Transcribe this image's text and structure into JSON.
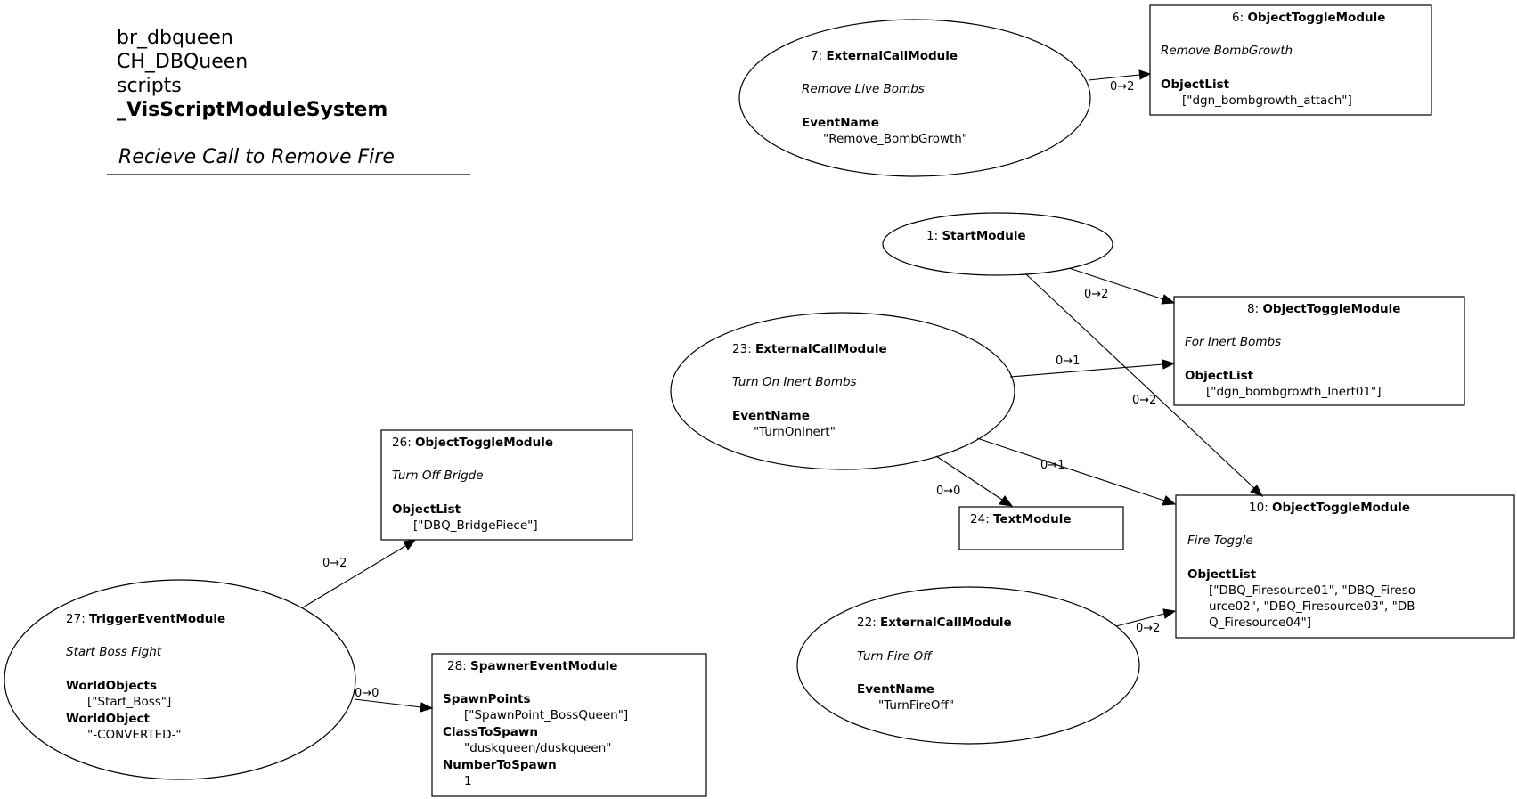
{
  "header": {
    "lines": [
      "br_dbqueen",
      "CH_DBQueen",
      "scripts"
    ],
    "system": "_VisScriptModuleSystem",
    "title": "Recieve Call to Remove Fire"
  },
  "nodes": {
    "n7": {
      "id": "7",
      "type": "ExternalCallModule",
      "comment": "Remove Live Bombs",
      "p1name": "EventName",
      "p1val": "\"Remove_BombGrowth\""
    },
    "n6": {
      "id": "6",
      "type": "ObjectToggleModule",
      "comment": "Remove BombGrowth",
      "p1name": "ObjectList",
      "p1val": "[\"dgn_bombgrowth_attach\"]"
    },
    "n1": {
      "id": "1",
      "type": "StartModule"
    },
    "n8": {
      "id": "8",
      "type": "ObjectToggleModule",
      "comment": "For Inert Bombs",
      "p1name": "ObjectList",
      "p1val": "[\"dgn_bombgrowth_Inert01\"]"
    },
    "n23": {
      "id": "23",
      "type": "ExternalCallModule",
      "comment": "Turn On Inert Bombs",
      "p1name": "EventName",
      "p1val": "\"TurnOnInert\""
    },
    "n24": {
      "id": "24",
      "type": "TextModule"
    },
    "n10": {
      "id": "10",
      "type": "ObjectToggleModule",
      "comment": "Fire Toggle",
      "p1name": "ObjectList",
      "p1val1": "[\"DBQ_Firesource01\", \"DBQ_Fireso",
      "p1val2": "urce02\", \"DBQ_Firesource03\", \"DB",
      "p1val3": "Q_Firesource04\"]"
    },
    "n22": {
      "id": "22",
      "type": "ExternalCallModule",
      "comment": "Turn Fire Off",
      "p1name": "EventName",
      "p1val": "\"TurnFireOff\""
    },
    "n26": {
      "id": "26",
      "type": "ObjectToggleModule",
      "comment": "Turn Off Brigde",
      "p1name": "ObjectList",
      "p1val": "[\"DBQ_BridgePiece\"]"
    },
    "n27": {
      "id": "27",
      "type": "TriggerEventModule",
      "comment": "Start Boss Fight",
      "p1name": "WorldObjects",
      "p1val": "[\"Start_Boss\"]",
      "p2name": "WorldObject",
      "p2val": "\"-CONVERTED-\""
    },
    "n28": {
      "id": "28",
      "type": "SpawnerEventModule",
      "p1name": "SpawnPoints",
      "p1val": "[\"SpawnPoint_BossQueen\"]",
      "p2name": "ClassToSpawn",
      "p2val": "\"duskqueen/duskqueen\"",
      "p3name": "NumberToSpawn",
      "p3val": "1"
    }
  },
  "edges": {
    "e7_6": {
      "from": "7",
      "to": "6",
      "label": "0→2"
    },
    "e1_8": {
      "from": "1",
      "to": "8",
      "label": "0→2"
    },
    "e1_10": {
      "from": "1",
      "to": "10",
      "label": "0→2"
    },
    "e23_8": {
      "from": "23",
      "to": "8",
      "label": "0→1"
    },
    "e23_10": {
      "from": "23",
      "to": "10",
      "label": "0→1"
    },
    "e23_24": {
      "from": "23",
      "to": "24",
      "label": "0→0"
    },
    "e22_10": {
      "from": "22",
      "to": "10",
      "label": "0→2"
    },
    "e27_26": {
      "from": "27",
      "to": "26",
      "label": "0→2"
    },
    "e27_28": {
      "from": "27",
      "to": "28",
      "label": "0→0"
    }
  }
}
